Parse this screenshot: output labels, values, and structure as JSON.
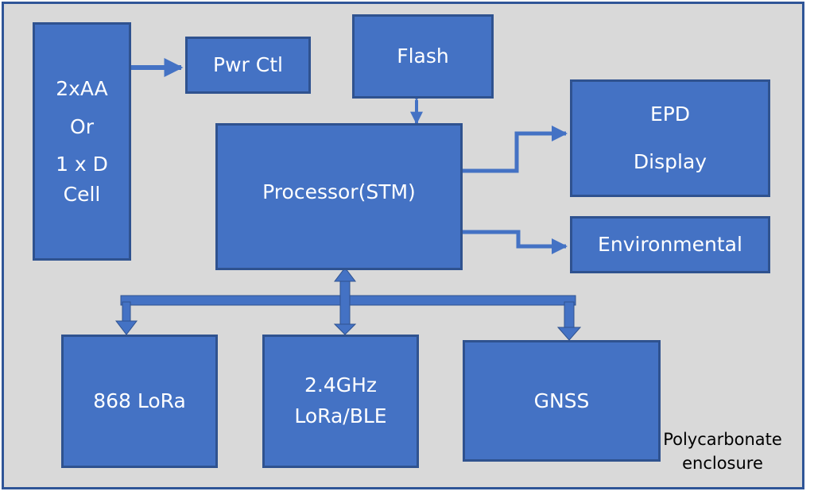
{
  "diagram": {
    "enclosure_label": [
      "Polycarbonate",
      "enclosure"
    ],
    "blocks": {
      "battery": [
        "2xAA",
        "Or",
        "1 x D",
        "Cell"
      ],
      "pwr_ctl": "Pwr Ctl",
      "flash": "Flash",
      "epd": [
        "EPD",
        "Display"
      ],
      "processor": "Processor(STM)",
      "environmental": "Environmental",
      "lora868": "868 LoRa",
      "lora24": [
        "2.4GHz",
        "LoRa/BLE"
      ],
      "gnss": "GNSS"
    },
    "colors": {
      "block_fill": "#4472c4",
      "block_border": "#2f528f",
      "arrow": "#4472c4",
      "bus": "#4472c4",
      "bus_outline": "#2f528f",
      "enclosure_fill": "#d9d9d9",
      "enclosure_border": "#2f5597"
    }
  }
}
